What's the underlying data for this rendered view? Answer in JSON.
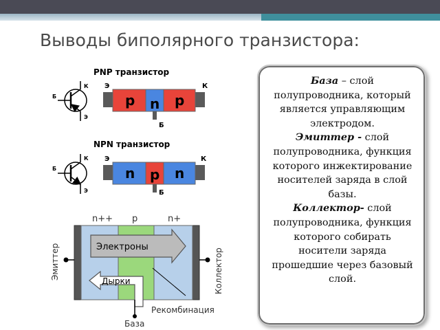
{
  "slide": {
    "title": "Выводы биполярного транзистора:"
  },
  "diagram": {
    "pnp": {
      "caption": "PNP транзистор",
      "symbol": {
        "k": "К",
        "b": "Б",
        "e": "Э"
      },
      "bar": {
        "e": "Э",
        "k": "К",
        "b": "Б",
        "left": "p",
        "mid": "n",
        "right": "p"
      }
    },
    "npn": {
      "caption": "NPN транзистор",
      "symbol": {
        "k": "К",
        "b": "Б",
        "e": "Э"
      },
      "bar": {
        "e": "Э",
        "k": "К",
        "b": "Б",
        "left": "n",
        "mid": "p",
        "right": "n"
      }
    },
    "structure": {
      "region_left": "n++",
      "region_mid": "p",
      "region_right": "n+",
      "emitter": "Эмиттер",
      "collector": "Коллектор",
      "electrons": "Электроны",
      "holes": "Дырки",
      "recombination": "Рекомбинация",
      "base": "База"
    }
  },
  "definitions": [
    {
      "term": "База",
      "text": " – слой полупроводника, который является управляющим электродом."
    },
    {
      "term": "Эмиттер -",
      "text": " слой полупроводника, функция которого инжектирование носителей заряда в слой базы."
    },
    {
      "term": "Коллектор-",
      "text": " слой полупроводника, функция которого собирать носители заряда прошедшие через базовый слой."
    }
  ],
  "colors": {
    "p_region": "#e8443a",
    "n_region": "#4a86e0",
    "structure_n": "#b7d0ea",
    "structure_p": "#9bd87c"
  }
}
